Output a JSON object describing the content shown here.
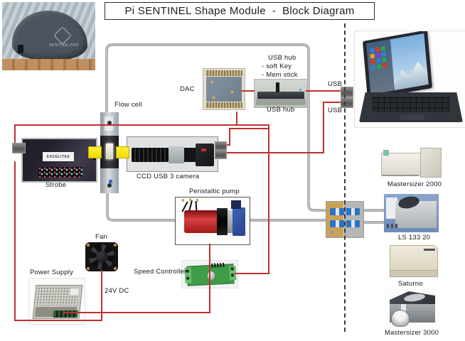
{
  "title": "Pi SENTINEL Shape Module  -  Block Diagram",
  "colors": {
    "wire_red": "#bf3030",
    "tube_gray": "#909090",
    "connector_yellow": "#efdc00",
    "divider": "#3c3c3c"
  },
  "diagram": {
    "devices": {
      "sentinel": {
        "brand": "SENTINELPRO"
      },
      "flow_cell": {
        "label": "Flow cell"
      },
      "dac": {
        "label": "DAC"
      },
      "usb_hub": {
        "caption_above": [
          "USB hub",
          "- soft Key",
          "- Mem stick"
        ],
        "caption_below": "USB hub"
      },
      "usb_ports": {
        "top": "USB",
        "bottom": "USB"
      },
      "strobe": {
        "label": "Strobe",
        "brand": "EXCELITAS"
      },
      "camera": {
        "label": "CCD USB 3 camera"
      },
      "pump": {
        "label": "Peristaltic pump"
      },
      "speed_controller": {
        "label": "Speed Controller"
      },
      "fan": {
        "label": "Fan"
      },
      "power_supply": {
        "label": "Power Supply",
        "voltage": "24V DC"
      },
      "instruments": [
        {
          "label": "Mastersizer 2000"
        },
        {
          "label": "LS 133 20"
        },
        {
          "label": "Saturno"
        },
        {
          "label": "Mastersizer 3000"
        }
      ]
    }
  }
}
